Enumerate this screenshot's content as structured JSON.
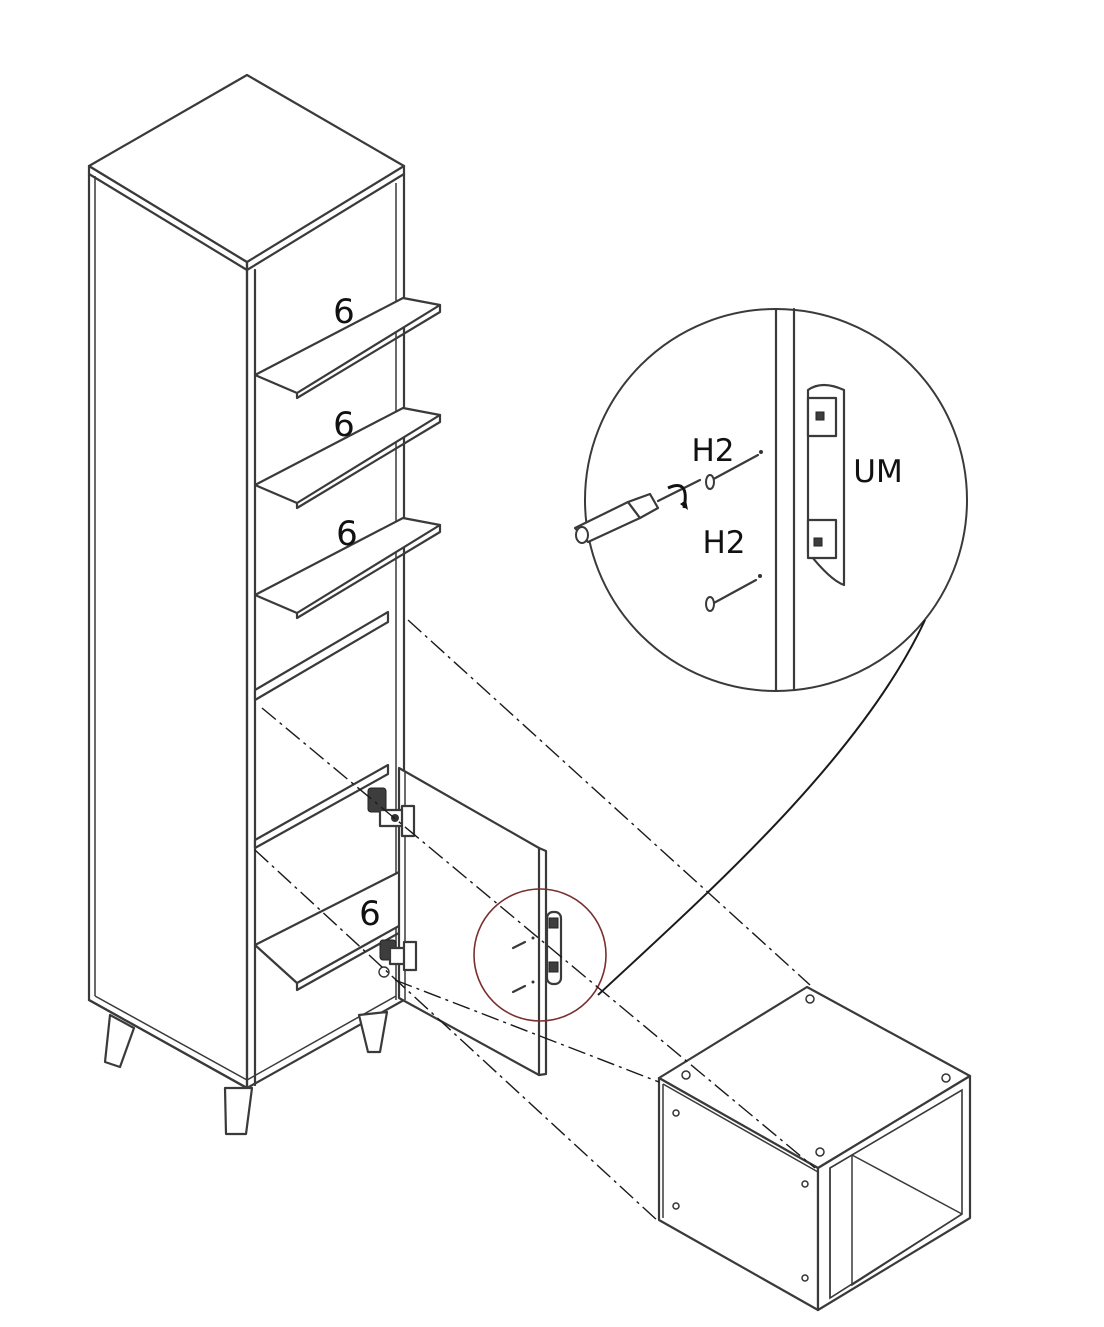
{
  "diagram": {
    "shelf_labels": [
      "6",
      "6",
      "6",
      "6"
    ],
    "detail": {
      "screw_label_top": "H2",
      "screw_label_bottom": "H2",
      "handle_label": "UM"
    },
    "colors": {
      "line": "#3a3a3a",
      "highlight_circle": "#7a2f2f",
      "background": "#ffffff"
    },
    "icons": [
      "screwdriver-icon",
      "screw-icon",
      "handle-icon",
      "hinge-icon"
    ]
  }
}
